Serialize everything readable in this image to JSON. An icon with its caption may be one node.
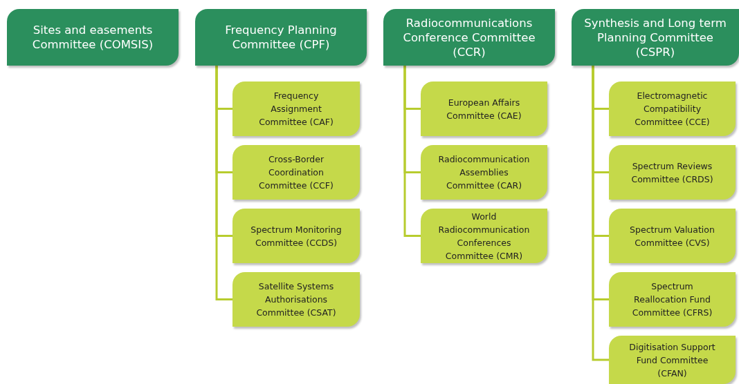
{
  "diagram": {
    "nodes": [
      {
        "text": [
          "Sites and easements Committee (COMSIS)"
        ]
      },
      {
        "text": [
          "Frequency Planning Committee (CPF)"
        ]
      },
      {
        "text": [
          "Radiocommunications Conference Committee (CCR)"
        ]
      },
      {
        "text": [
          "Synthesis and Long term Planning Committee (CSPR)"
        ]
      },
      {
        "text": [
          "Frequency Assignment Committee (CAF)"
        ]
      },
      {
        "text": [
          "Cross-Border Coordination Committee (CCF)"
        ]
      },
      {
        "text": [
          "Spectrum Monitoring Committee (CCDS)"
        ]
      },
      {
        "text": [
          "Satellite Systems Authorisations Committee (CSAT)"
        ]
      },
      {
        "text": [
          "European Affairs Committee (CAE)"
        ]
      },
      {
        "text": [
          "Radiocommunication Assemblies Committee (CAR)"
        ]
      },
      {
        "text": [
          "World Radiocommunication Conferences Committee (CMR)"
        ]
      },
      {
        "text": [
          "Electromagnetic Compatibility Committee (CCE)"
        ]
      },
      {
        "text": [
          "Spectrum Reviews Committee (CRDS)"
        ]
      },
      {
        "text": [
          "Spectrum Valuation Committee (CVS)"
        ]
      },
      {
        "text": [
          "Spectrum Reallocation Fund Committee (CFRS)"
        ]
      },
      {
        "text": [
          "Digitisation Support Fund Committee (CFAN)"
        ]
      }
    ],
    "edges": [
      {
        "from": 1,
        "to": 4,
        "arrow": "none"
      },
      {
        "from": 1,
        "to": 5,
        "arrow": "none"
      },
      {
        "from": 1,
        "to": 6,
        "arrow": "none"
      },
      {
        "from": 1,
        "to": 7,
        "arrow": "none"
      },
      {
        "from": 2,
        "to": 8,
        "arrow": "none"
      },
      {
        "from": 2,
        "to": 9,
        "arrow": "none"
      },
      {
        "from": 2,
        "to": 10,
        "arrow": "none"
      },
      {
        "from": 3,
        "to": 11,
        "arrow": "none"
      },
      {
        "from": 3,
        "to": 12,
        "arrow": "none"
      },
      {
        "from": 3,
        "to": 13,
        "arrow": "none"
      },
      {
        "from": 3,
        "to": 14,
        "arrow": "none"
      },
      {
        "from": 3,
        "to": 15,
        "arrow": "none"
      }
    ]
  }
}
